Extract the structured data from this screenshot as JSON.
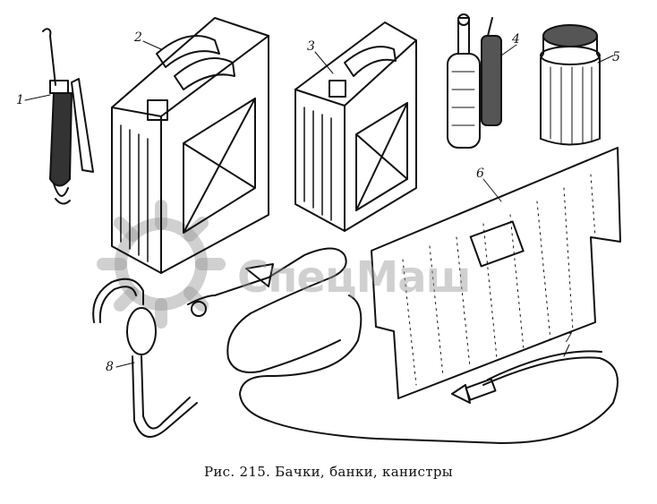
{
  "figure": {
    "caption": "Рис. 215. Бачки, банки, канистры",
    "watermark": "СпецМаш",
    "labels": [
      "1",
      "2",
      "3",
      "4",
      "5",
      "6",
      "7",
      "8"
    ]
  },
  "colors": {
    "ink": "#111111",
    "watermark": "#969696"
  }
}
